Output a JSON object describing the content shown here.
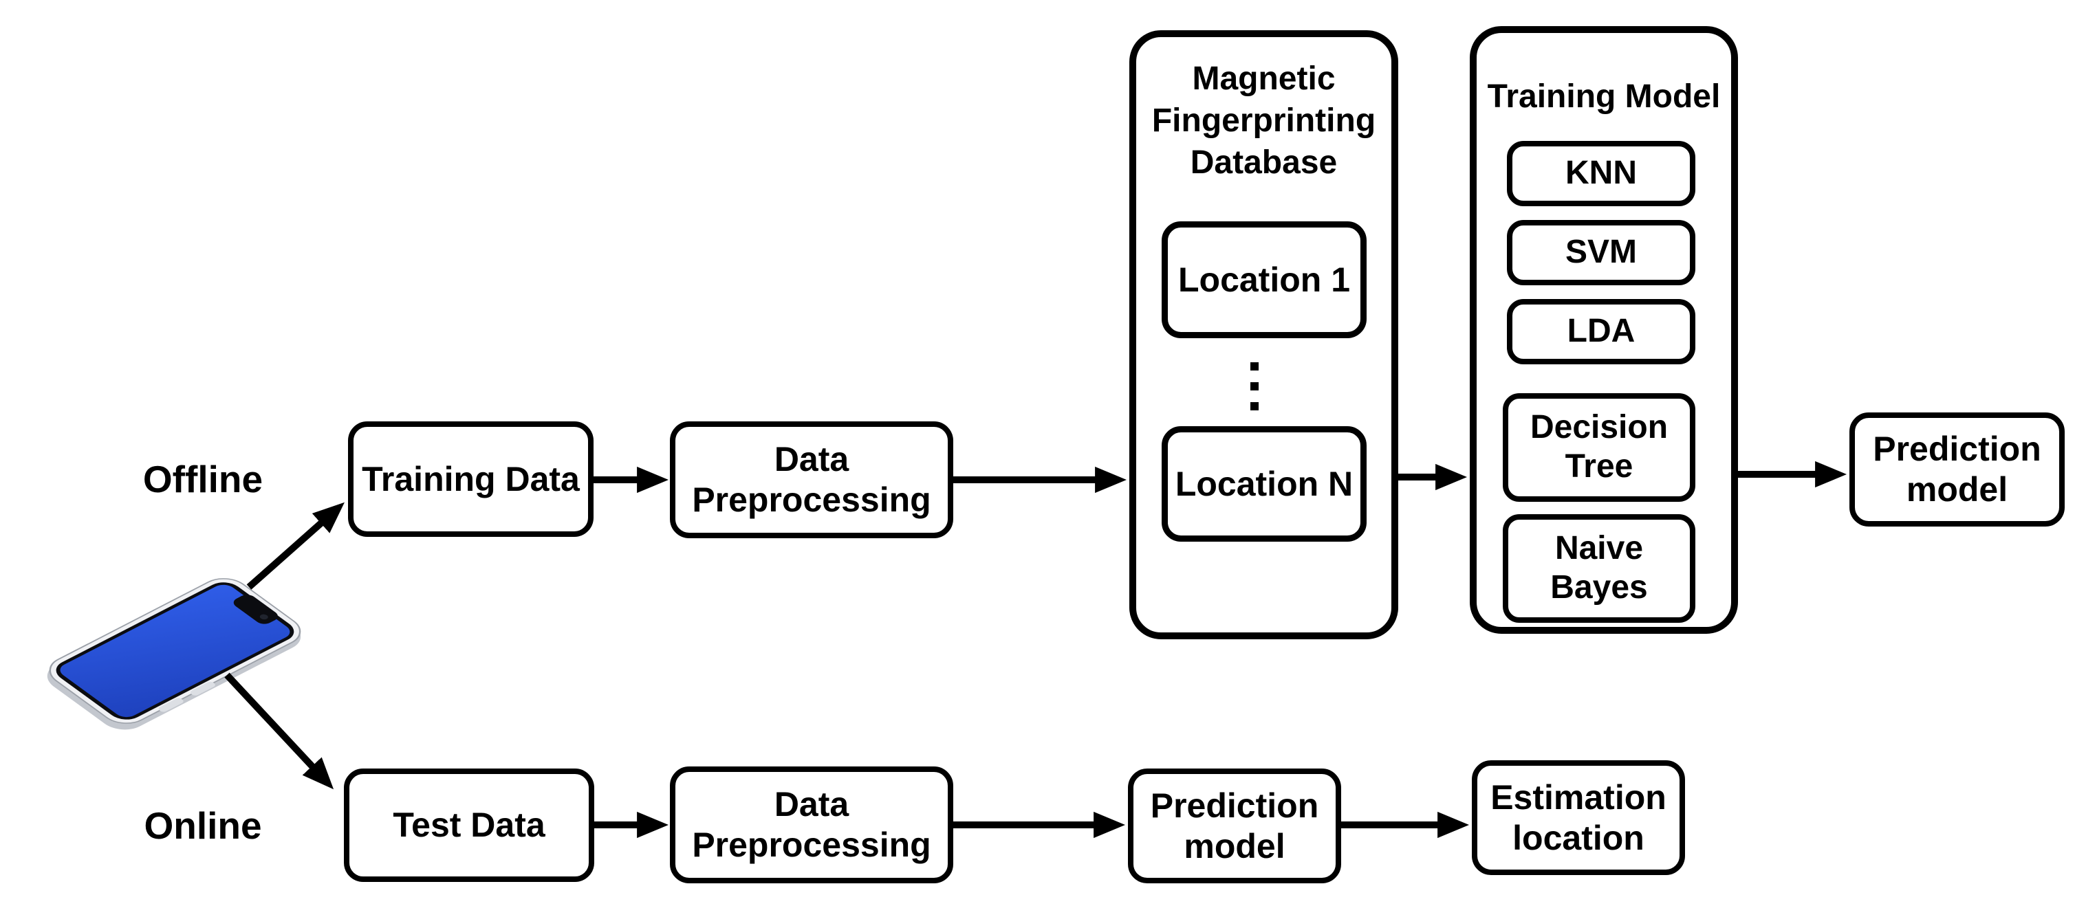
{
  "figure": {
    "background": "#ffffff",
    "stroke_color": "#000000",
    "phase_labels": {
      "offline": "Offline",
      "online": "Online"
    },
    "device": {
      "name": "smartphone",
      "screen_color": "#2b55dd",
      "frame_color": "#f0f1f4"
    },
    "offline_flow": {
      "training_data": "Training Data",
      "data_preprocessing": "Data\nPreprocessing",
      "database": {
        "title": "Magnetic\nFingerprinting\nDatabase",
        "locations": [
          "Location 1",
          "Location N"
        ],
        "ellipsis": "⋮"
      },
      "training_model": {
        "title": "Training Model",
        "algorithms": [
          "KNN",
          "SVM",
          "LDA",
          "Decision\nTree",
          "Naive\nBayes"
        ]
      },
      "prediction_model": "Prediction\nmodel"
    },
    "online_flow": {
      "test_data": "Test Data",
      "data_preprocessing": "Data\nPreprocessing",
      "prediction_model": "Prediction\nmodel",
      "estimation_location": "Estimation\nlocation"
    }
  }
}
